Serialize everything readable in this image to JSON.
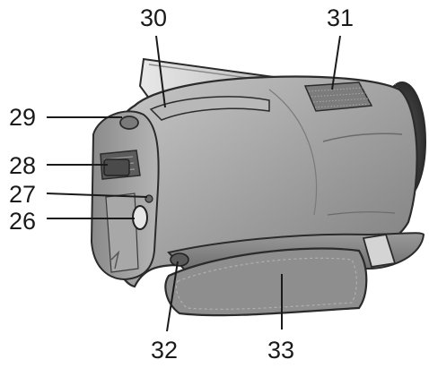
{
  "figure": {
    "subject": "camcorder-rear-right-view",
    "colors": {
      "body": "#9a9a9a",
      "body_dark": "#6e6e6e",
      "body_light": "#c4c4c4",
      "outline": "#2b2b2b",
      "strap": "#7a7a7a",
      "strap_pad": "#8c8c8c",
      "line": "#1a1a1a",
      "text": "#1a1a1a",
      "background": "#ffffff"
    }
  },
  "callouts": [
    {
      "id": "c26",
      "label": "26"
    },
    {
      "id": "c27",
      "label": "27"
    },
    {
      "id": "c28",
      "label": "28"
    },
    {
      "id": "c29",
      "label": "29"
    },
    {
      "id": "c30",
      "label": "30"
    },
    {
      "id": "c31",
      "label": "31"
    },
    {
      "id": "c32",
      "label": "32"
    },
    {
      "id": "c33",
      "label": "33"
    }
  ]
}
